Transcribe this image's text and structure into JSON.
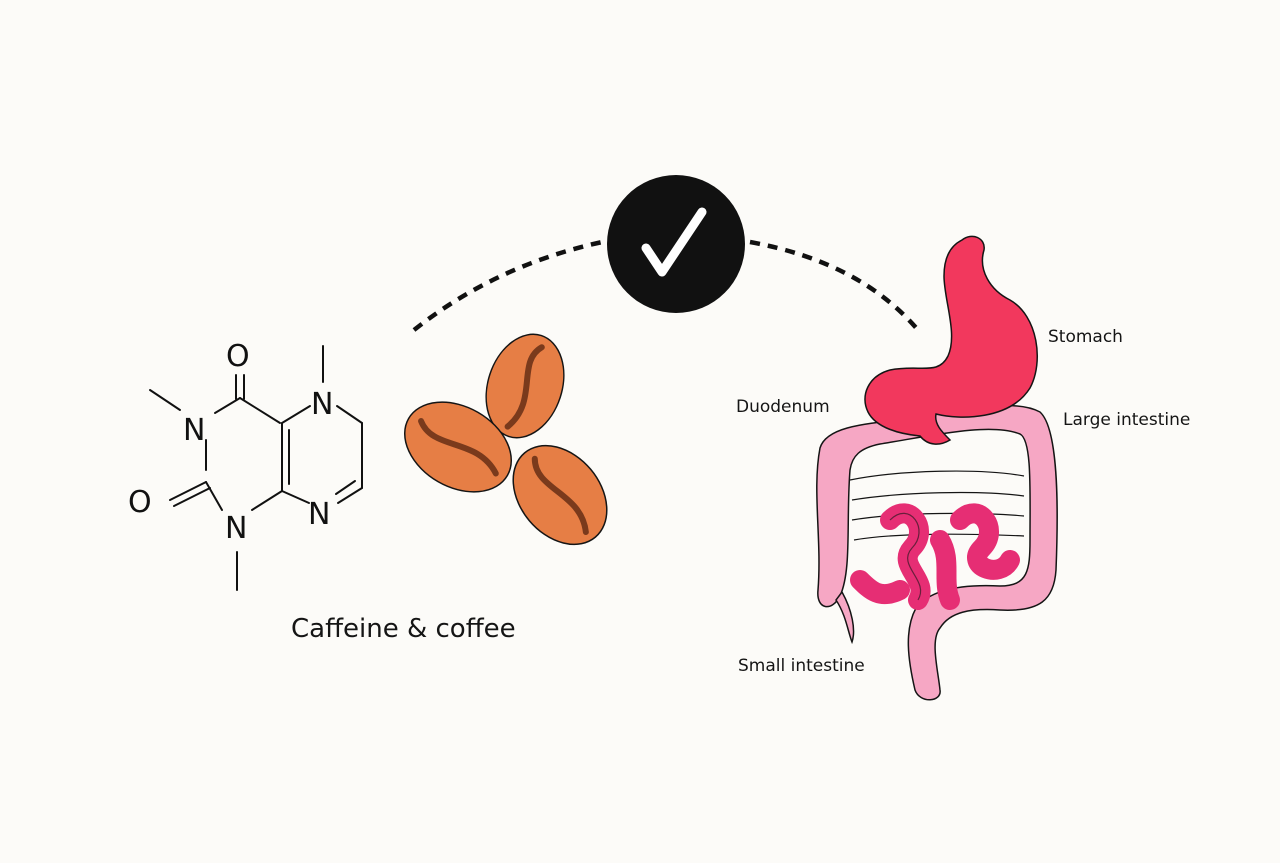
{
  "caption": "Caffeine & coffee",
  "molecule": {
    "atoms": [
      "O",
      "N",
      "N",
      "O",
      "N",
      "N"
    ]
  },
  "organs": {
    "stomach": "Stomach",
    "duodenum": "Duodenum",
    "large_intestine": "Large intestine",
    "small_intestine": "Small intestine"
  },
  "colors": {
    "background": "#fcfbf8",
    "bean": "#e67e45",
    "bean_crease": "#7a3a1c",
    "stomach": "#f2385d",
    "large_intestine": "#f6a7c4",
    "small_intestine": "#e62e74",
    "badge": "#111111"
  },
  "icons": [
    "check-icon",
    "coffee-bean-icon"
  ]
}
